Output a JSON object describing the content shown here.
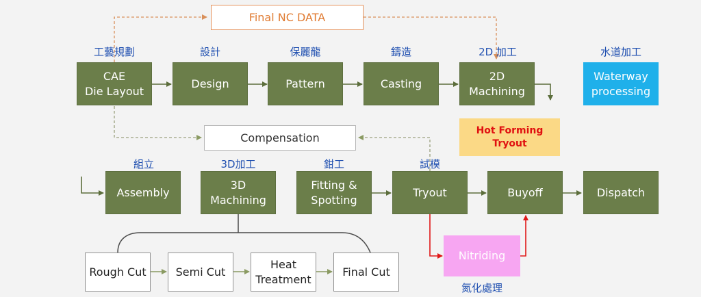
{
  "nodes": {
    "cae": "CAE\nDie Layout",
    "design": "Design",
    "pattern": "Pattern",
    "casting": "Casting",
    "machining_2d": "2D\nMachining",
    "waterway": "Waterway\nprocessing",
    "final_nc": "Final NC DATA",
    "compensation": "Compensation",
    "hot_forming": "Hot Forming\nTryout",
    "assembly": "Assembly",
    "machining_3d": "3D\nMachining",
    "fitting": "Fitting &\nSpotting",
    "tryout": "Tryout",
    "buyoff": "Buyoff",
    "dispatch": "Dispatch",
    "nitriding": "Nitriding",
    "rough_cut": "Rough Cut",
    "semi_cut": "Semi Cut",
    "heat_treatment": "Heat\nTreatment",
    "final_cut": "Final Cut"
  },
  "labels_cn": {
    "cae": "工藝規劃",
    "design": "設計",
    "pattern": "保麗龍",
    "casting": "鑄造",
    "machining_2d": "2D 加工",
    "waterway": "水道加工",
    "assembly": "組立",
    "machining_3d": "3D加工",
    "fitting": "鉗工",
    "tryout": "試模",
    "nitriding": "氮化處理"
  },
  "colors": {
    "step_green": "#6b7e4a",
    "arrow_green": "#5c6e3c",
    "waterway_blue": "#1fb0ea",
    "hot_forming_yellow": "#fbd986",
    "hot_forming_text_red": "#e01010",
    "nitriding_pink": "#f7a6f2",
    "nitriding_arrow_red": "#e01818",
    "final_nc_orange": "#e07b32",
    "label_blue": "#1f4fb0",
    "dashed_orange": "#d9905a"
  }
}
